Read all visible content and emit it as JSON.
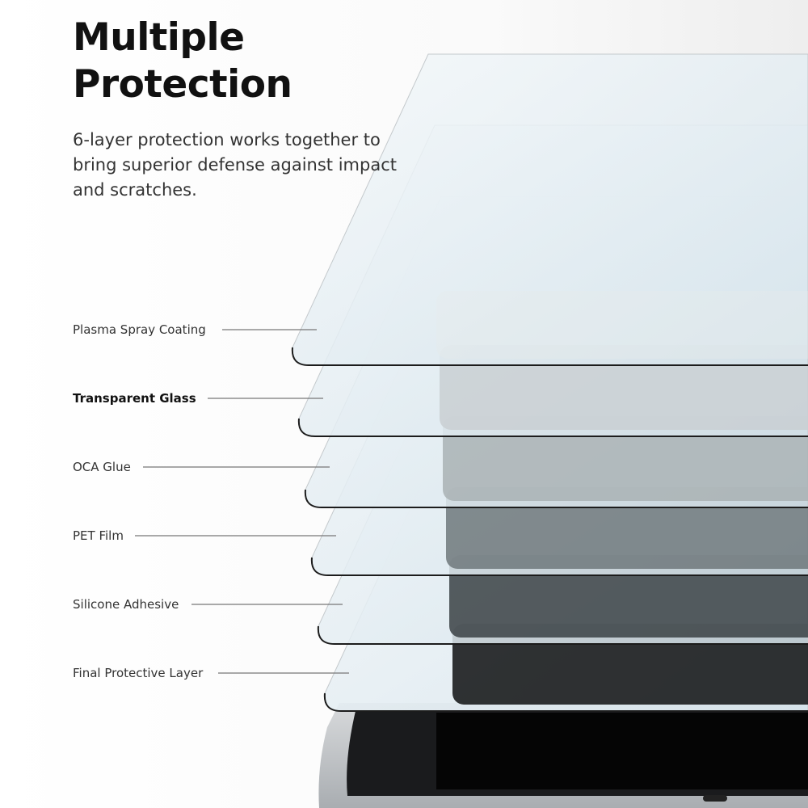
{
  "title_line1": "Multiple",
  "title_line2": "Protection",
  "subtitle": "6-layer protection works together to bring superior defense against impact and scratches.",
  "layers": [
    {
      "label": "Plasma Spray Coating",
      "bold": false
    },
    {
      "label": "Transparent Glass",
      "bold": true
    },
    {
      "label": "OCA Glue",
      "bold": false
    },
    {
      "label": "PET Film",
      "bold": false
    },
    {
      "label": "Silicone Adhesive",
      "bold": false
    },
    {
      "label": "Final Protective Layer",
      "bold": false
    }
  ]
}
